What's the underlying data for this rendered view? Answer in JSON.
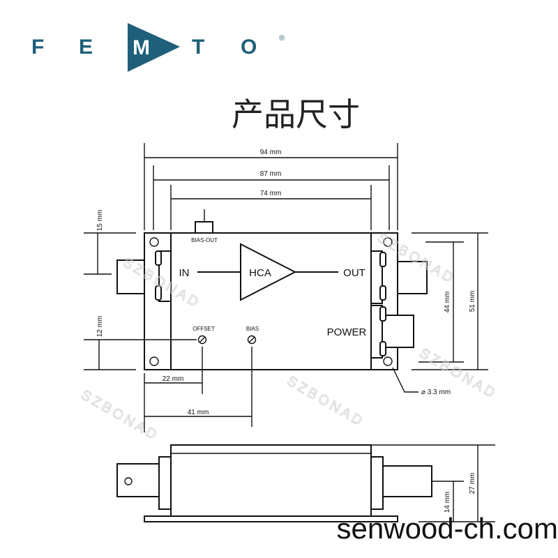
{
  "logo": {
    "letters": [
      "F",
      "E",
      "M",
      "T",
      "O"
    ],
    "registered": "®",
    "color": "#1f5f7a"
  },
  "title": "产品尺寸",
  "top_view": {
    "dims": {
      "width_total": "94 mm",
      "width_holes": "87 mm",
      "width_body": "74 mm",
      "in_offset": "15 mm",
      "trim_offset": "12 mm",
      "offset_x": "22 mm",
      "bias_x": "41 mm",
      "hole_spacing": "44 mm",
      "height_total": "51 mm",
      "hole_dia": "⌀ 3.3 mm"
    },
    "labels": {
      "bias_out": "BIAS-OUT",
      "in": "IN",
      "amp": "HCA",
      "out": "OUT",
      "power": "POWER",
      "offset": "OFFSET",
      "bias": "BIAS"
    }
  },
  "side_view": {
    "dims": {
      "height": "27 mm",
      "connector_height": "14 mm"
    }
  },
  "watermark": "SZBONAD",
  "footer": "senwood-ch.com"
}
